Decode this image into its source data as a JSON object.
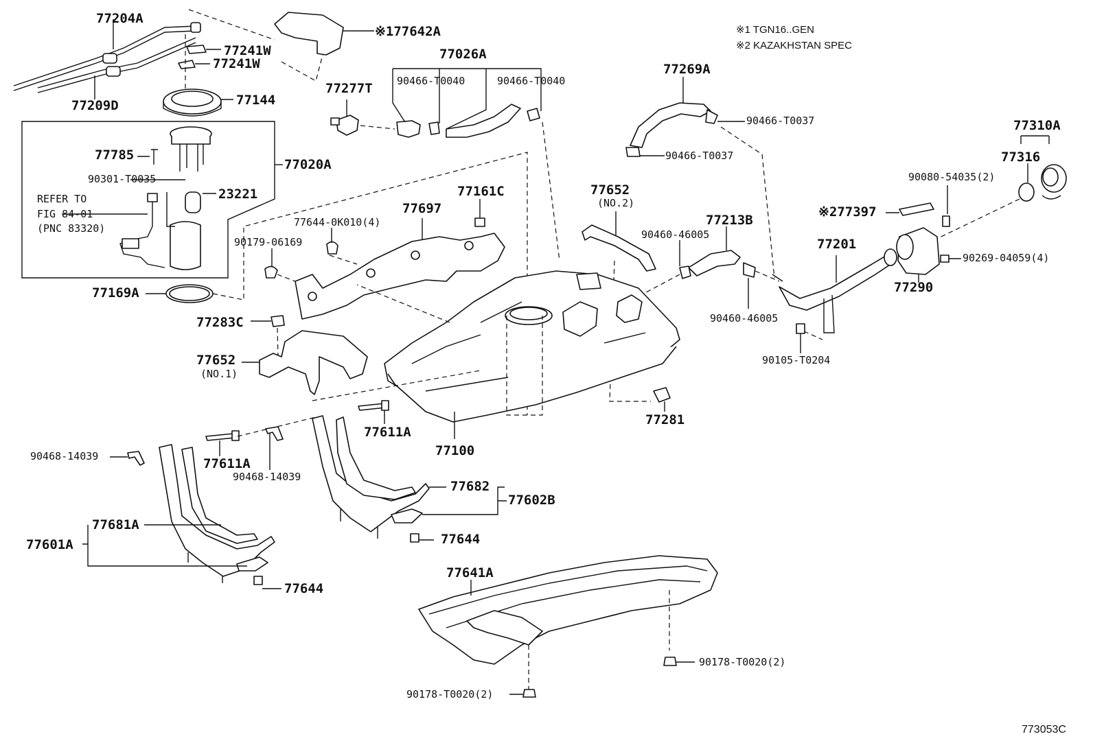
{
  "notes": {
    "note1": "※1 TGN16..GEN",
    "note2": "※2 KAZAKHSTAN SPEC"
  },
  "diagram_id": "773053C",
  "labels": [
    {
      "id": "l77204A",
      "text": "77204A",
      "cls": "big"
    },
    {
      "id": "l77241W_1",
      "text": "77241W",
      "cls": "big"
    },
    {
      "id": "l77241W_2",
      "text": "77241W",
      "cls": "big"
    },
    {
      "id": "l77209D",
      "text": "77209D",
      "cls": "big"
    },
    {
      "id": "l77144",
      "text": "77144",
      "cls": "big"
    },
    {
      "id": "l77642A",
      "text": "※177642A",
      "cls": "big"
    },
    {
      "id": "l77026A",
      "text": "77026A",
      "cls": "big"
    },
    {
      "id": "l90466T0040a",
      "text": "90466-T0040",
      "cls": "sm"
    },
    {
      "id": "l90466T0040b",
      "text": "90466-T0040",
      "cls": "sm"
    },
    {
      "id": "l77277T",
      "text": "77277T",
      "cls": "big"
    },
    {
      "id": "l77269A",
      "text": "77269A",
      "cls": "big"
    },
    {
      "id": "l90466T0037a",
      "text": "90466-T0037",
      "cls": "sm"
    },
    {
      "id": "l90466T0037b",
      "text": "90466-T0037",
      "cls": "sm"
    },
    {
      "id": "l77310A",
      "text": "77310A",
      "cls": "big"
    },
    {
      "id": "l77316",
      "text": "77316",
      "cls": "big"
    },
    {
      "id": "l90080",
      "text": "90080-54035(2)",
      "cls": "sm"
    },
    {
      "id": "l77397",
      "text": "※277397",
      "cls": "big"
    },
    {
      "id": "l90269",
      "text": "90269-04059(4)",
      "cls": "sm"
    },
    {
      "id": "l77290",
      "text": "77290",
      "cls": "big"
    },
    {
      "id": "l77201",
      "text": "77201",
      "cls": "big"
    },
    {
      "id": "l77213B",
      "text": "77213B",
      "cls": "big"
    },
    {
      "id": "l90460a",
      "text": "90460-46005",
      "cls": "sm"
    },
    {
      "id": "l90460b",
      "text": "90460-46005",
      "cls": "sm"
    },
    {
      "id": "l90105",
      "text": "90105-T0204",
      "cls": "sm"
    },
    {
      "id": "l77652n2",
      "text": "77652",
      "cls": "big"
    },
    {
      "id": "l77652n2s",
      "text": "(NO.2)",
      "cls": "sm"
    },
    {
      "id": "l77785",
      "text": "77785",
      "cls": "big"
    },
    {
      "id": "l77020A",
      "text": "77020A",
      "cls": "big"
    },
    {
      "id": "l90301",
      "text": "90301-T0035",
      "cls": "sm"
    },
    {
      "id": "l23221",
      "text": "23221",
      "cls": "big"
    },
    {
      "id": "lrefer1",
      "text": "REFER TO",
      "cls": "sm"
    },
    {
      "id": "lrefer2",
      "text": "FIG 84-01",
      "cls": "sm"
    },
    {
      "id": "lrefer3",
      "text": "(PNC 83320)",
      "cls": "sm"
    },
    {
      "id": "l77169A",
      "text": "77169A",
      "cls": "big"
    },
    {
      "id": "l77644k",
      "text": "77644-0K010(4)",
      "cls": "sm"
    },
    {
      "id": "l77697",
      "text": "77697",
      "cls": "big"
    },
    {
      "id": "l77161C",
      "text": "77161C",
      "cls": "big"
    },
    {
      "id": "l90179",
      "text": "90179-06169",
      "cls": "sm"
    },
    {
      "id": "l77283C",
      "text": "77283C",
      "cls": "big"
    },
    {
      "id": "l77652n1",
      "text": "77652",
      "cls": "big"
    },
    {
      "id": "l77652n1s",
      "text": "(NO.1)",
      "cls": "sm"
    },
    {
      "id": "l77281",
      "text": "77281",
      "cls": "big"
    },
    {
      "id": "l77611Aa",
      "text": "77611A",
      "cls": "big"
    },
    {
      "id": "l77611Ab",
      "text": "77611A",
      "cls": "big"
    },
    {
      "id": "l77100",
      "text": "77100",
      "cls": "big"
    },
    {
      "id": "l90468a",
      "text": "90468-14039",
      "cls": "sm"
    },
    {
      "id": "l90468b",
      "text": "90468-14039",
      "cls": "sm"
    },
    {
      "id": "l77682",
      "text": "77682",
      "cls": "big"
    },
    {
      "id": "l77602B",
      "text": "77602B",
      "cls": "big"
    },
    {
      "id": "l77644a",
      "text": "77644",
      "cls": "big"
    },
    {
      "id": "l77681A",
      "text": "77681A",
      "cls": "big"
    },
    {
      "id": "l77601A",
      "text": "77601A",
      "cls": "big"
    },
    {
      "id": "l77644b",
      "text": "77644",
      "cls": "big"
    },
    {
      "id": "l77641A",
      "text": "77641A",
      "cls": "big"
    },
    {
      "id": "l90178a",
      "text": "90178-T0020(2)",
      "cls": "sm"
    },
    {
      "id": "l90178b",
      "text": "90178-T0020(2)",
      "cls": "sm"
    }
  ]
}
